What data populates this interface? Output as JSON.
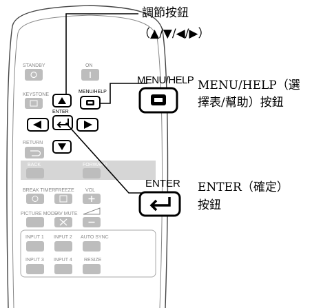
{
  "remote": {
    "standby": "STANDBY",
    "on": "ON",
    "keystone": "KEYSTONE",
    "menu_help": "MENU/HELP",
    "enter": "ENTER",
    "return": "RETURN",
    "back": "BACK",
    "forward": "FORWARD",
    "break_timer": "BREAK TIMER",
    "freeze": "FREEZE",
    "vol": "VOL",
    "picture_mode": "PICTURE MODE",
    "av_mute": "AV MUTE",
    "input1": "INPUT 1",
    "input2": "INPUT 2",
    "auto_sync": "AUTO SYNC",
    "input3": "INPUT 3",
    "input4": "INPUT 4",
    "resize": "RESIZE"
  },
  "callouts": {
    "adjust": {
      "line1": "調節按鈕",
      "line2": "（▲/▼/◀/▶）"
    },
    "menu": {
      "key_label": "MENU/HELP",
      "line1": "MENU/HELP（選",
      "line2": "擇表/幫助）按鈕"
    },
    "enter": {
      "key_label": "ENTER",
      "line1": "ENTER（確定）",
      "line2": "按鈕"
    }
  },
  "colors": {
    "ink": "#000000",
    "gray_button": "#bdbdbd",
    "body_outline": "#555555"
  }
}
